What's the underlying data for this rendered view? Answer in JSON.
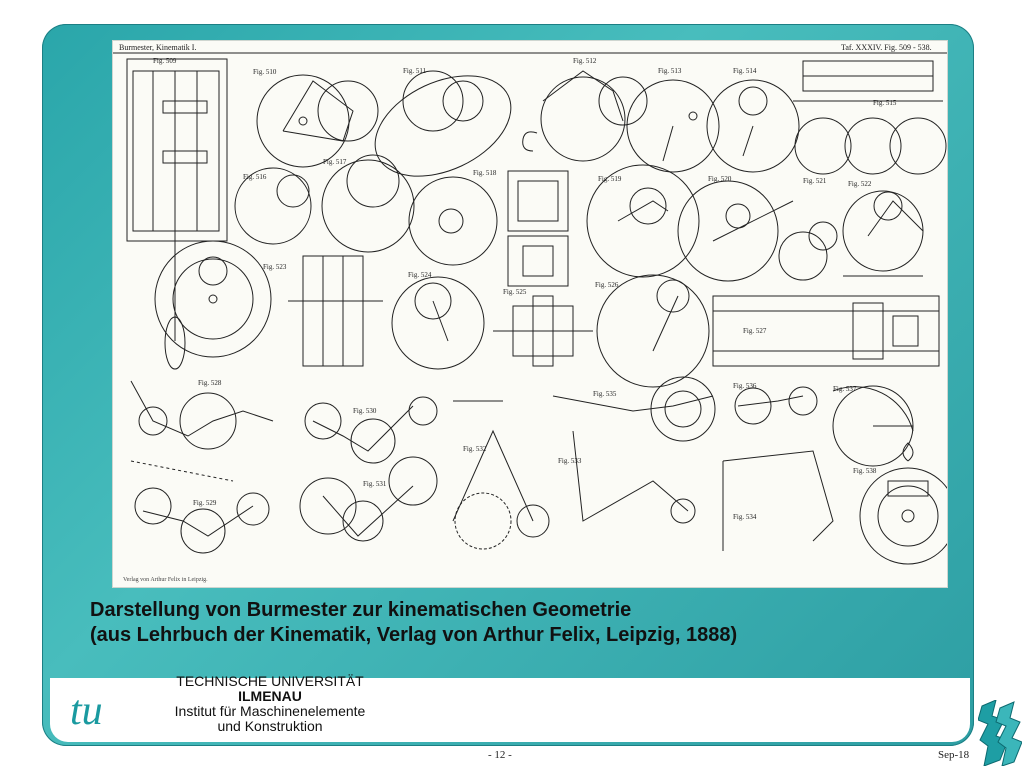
{
  "plate": {
    "header_left": "Burmester, Kinematik I.",
    "header_right": "Taf. XXXIV. Fig. 509 - 538.",
    "figures": [
      "Fig. 509",
      "Fig. 510",
      "Fig. 511",
      "Fig. 512",
      "Fig. 513",
      "Fig. 514",
      "Fig. 515",
      "Fig. 516",
      "Fig. 517",
      "Fig. 518",
      "Fig. 519",
      "Fig. 520",
      "Fig. 521",
      "Fig. 522",
      "Fig. 523",
      "Fig. 524",
      "Fig. 525",
      "Fig. 526",
      "Fig. 527",
      "Fig. 528",
      "Fig. 529",
      "Fig. 530",
      "Fig. 531",
      "Fig. 532",
      "Fig. 533",
      "Fig. 534",
      "Fig. 535",
      "Fig. 536",
      "Fig. 537",
      "Fig. 538"
    ],
    "footer_left": "Verlag von Arthur Felix in Leipzig."
  },
  "caption": {
    "line1": "Darstellung von Burmester zur kinematischen Geometrie",
    "line2": "(aus Lehrbuch der Kinematik, Verlag von Arthur Felix, Leipzig, 1888)"
  },
  "institution": {
    "logo_text": "tu",
    "name1": "TECHNISCHE UNIVERSITÄT",
    "name2": "ILMENAU",
    "dept1": "Institut für Maschinenelemente",
    "dept2": "und Konstruktion"
  },
  "footer": {
    "page": "-  12  -",
    "date": "Sep-18"
  },
  "colors": {
    "frame": "#2aa6aa",
    "plate": "#fbfbf6",
    "logo": "#1a9aa0"
  },
  "icons": {
    "navigation": "zigzag-arrows-icon"
  }
}
